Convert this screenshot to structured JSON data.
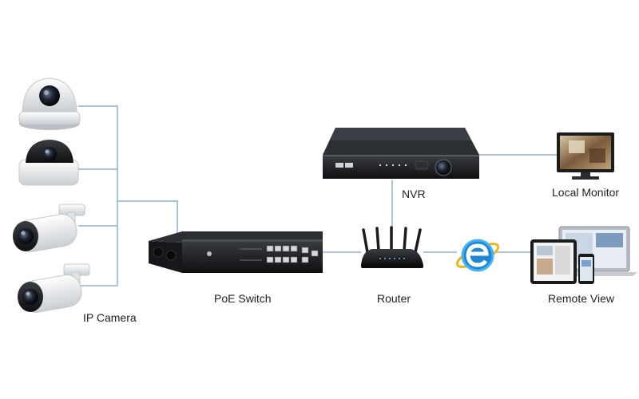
{
  "labels": {
    "ip_camera": "IP Camera",
    "poe_switch": "PoE Switch",
    "router": "Router",
    "nvr": "NVR",
    "local_monitor": "Local Monitor",
    "remote_view": "Remote View"
  },
  "colors": {
    "connector_line": "#8fb4cf",
    "device_dark": "#1d1f22",
    "browser_logo": "#1e88d6"
  },
  "icons": [
    "dome-camera-icon",
    "bullet-camera-icon",
    "poe-switch-icon",
    "router-icon",
    "nvr-icon",
    "monitor-icon",
    "browser-icon",
    "laptop-icon",
    "tablet-icon",
    "phone-icon"
  ]
}
